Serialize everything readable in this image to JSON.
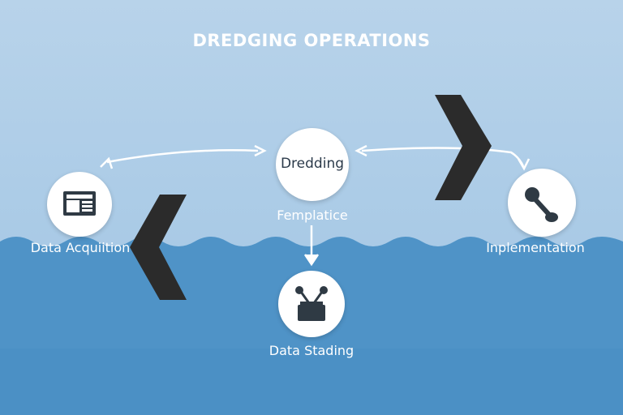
{
  "title": "DREDGING OPERATIONS",
  "nodes": {
    "center": {
      "label": "Dredding",
      "sublabel": "Femplatice",
      "icon": ""
    },
    "left": {
      "label": "Data Acquiition",
      "icon": "monitor-icon"
    },
    "right": {
      "label": "Inplementation",
      "icon": "dredge-arm-icon"
    },
    "bottom": {
      "label": "Data Stading",
      "icon": "sensor-device-icon"
    }
  },
  "colors": {
    "sky": "#b3d0e8",
    "water": "#4f93c7",
    "water_deep": "#3f83bc",
    "chevron": "#2a2a2a",
    "arrow": "#ffffff"
  }
}
